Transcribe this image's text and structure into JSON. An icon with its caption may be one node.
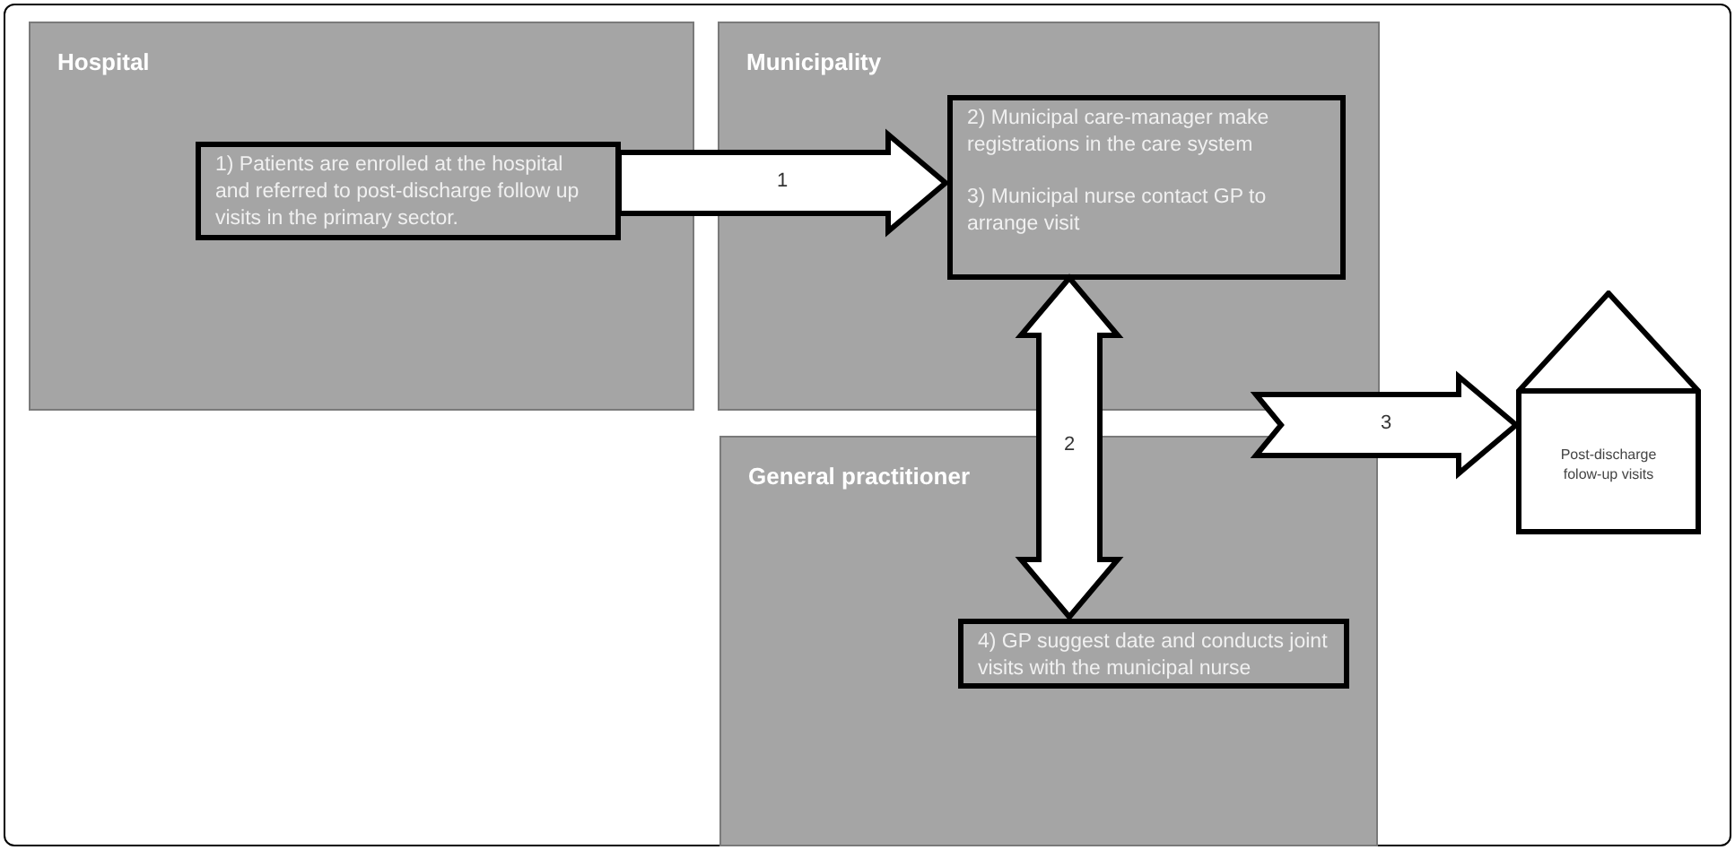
{
  "diagram": {
    "nodes": [
      {
        "text": [
          "Hospital"
        ]
      },
      {
        "text": [
          "1) Patients are enrolled at the hospital and referred to post-discharge follow up visits in the primary sector."
        ],
        "in": 0
      },
      {
        "text": [
          "Municipality"
        ]
      },
      {
        "text": [
          "2) Municipal care-manager make registrations in the care system",
          "3) Municipal nurse contact GP to arrange visit"
        ],
        "in": 2
      },
      {
        "text": [
          "General practitioner"
        ]
      },
      {
        "text": [
          "4) GP suggest date and conducts joint visits with the municipal nurse"
        ],
        "in": 4
      },
      {
        "text": [
          "Post-discharge folow-up visits"
        ]
      }
    ],
    "edges": [
      {
        "from": 1,
        "to": 3,
        "arrow": "to",
        "label": "1"
      },
      {
        "from": 3,
        "to": 5,
        "arrow": "both",
        "label": "2"
      },
      {
        "from": null,
        "to": 6,
        "arrow": "to",
        "label": "3"
      }
    ]
  }
}
